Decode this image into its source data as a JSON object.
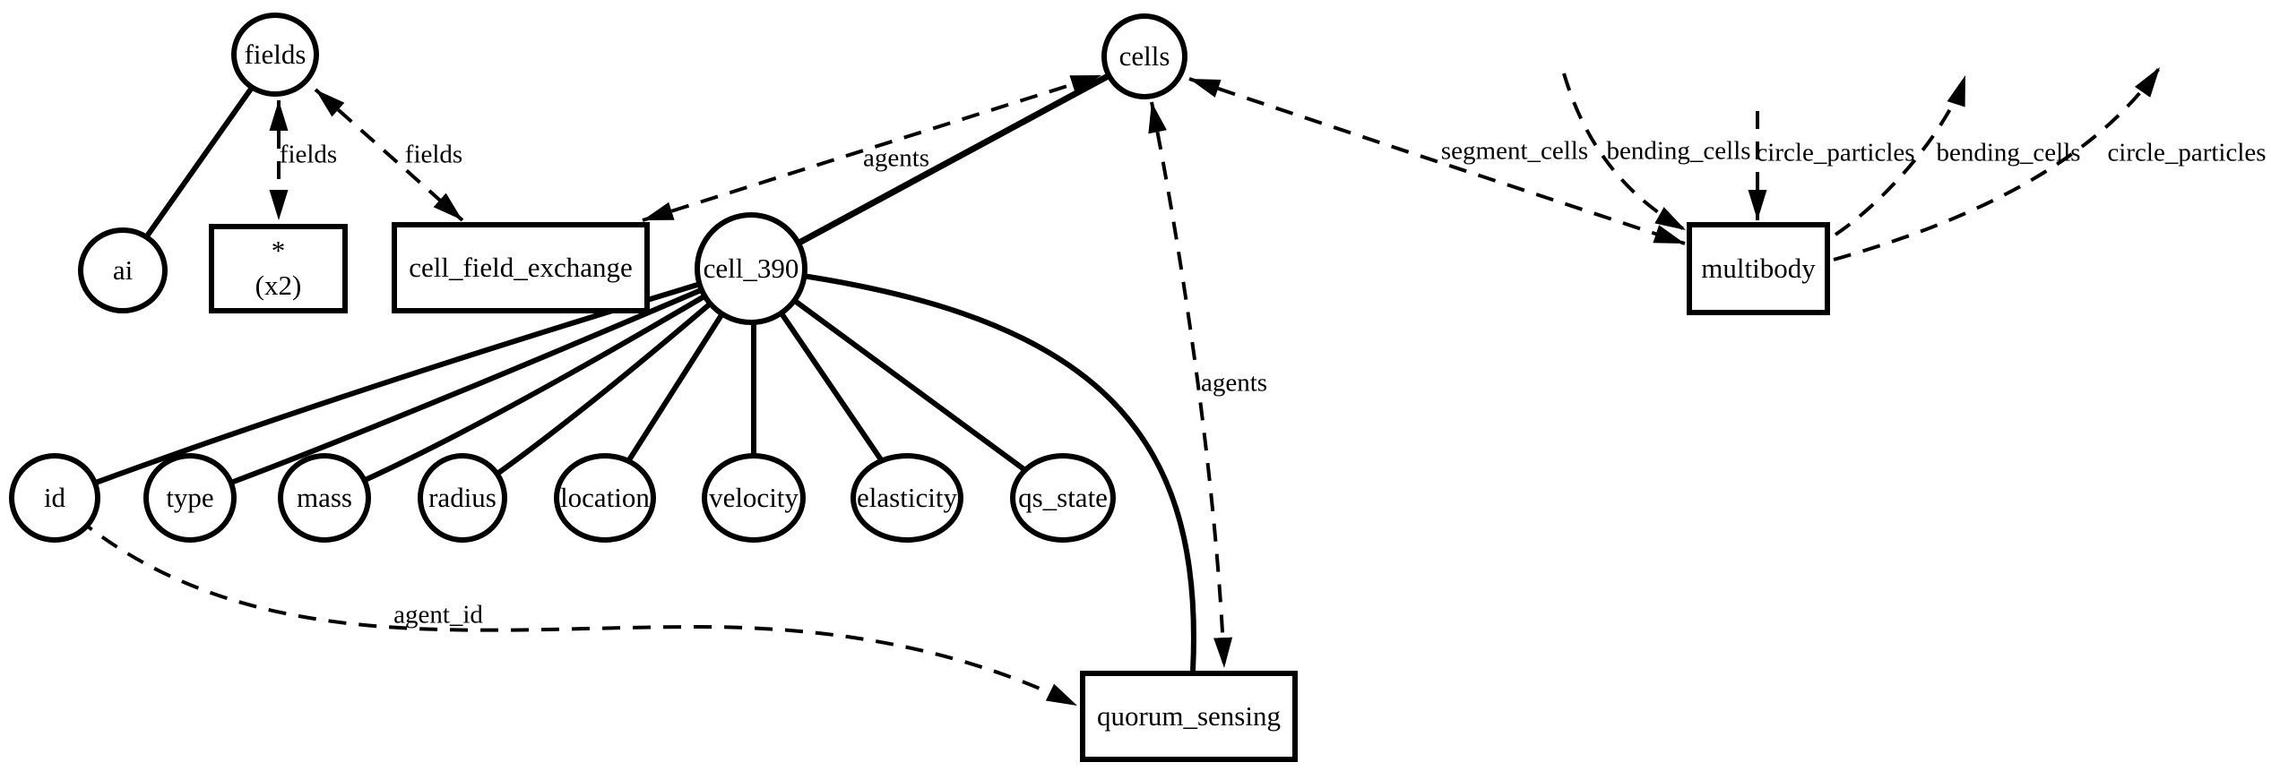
{
  "diagram": {
    "background_color": "#ffffff",
    "stroke_color": "#000000",
    "nodes": {
      "fields": {
        "label": "fields",
        "shape": "ellipse"
      },
      "ai": {
        "label": "ai",
        "shape": "ellipse"
      },
      "star_x2": {
        "label_line1": "*",
        "label_line2": "(x2)",
        "shape": "box"
      },
      "cell_field_exchange": {
        "label": "cell_field_exchange",
        "shape": "box"
      },
      "cell_390": {
        "label": "cell_390",
        "shape": "ellipse"
      },
      "cells": {
        "label": "cells",
        "shape": "ellipse"
      },
      "multibody": {
        "label": "multibody",
        "shape": "box"
      },
      "id": {
        "label": "id",
        "shape": "ellipse"
      },
      "type": {
        "label": "type",
        "shape": "ellipse"
      },
      "mass": {
        "label": "mass",
        "shape": "ellipse"
      },
      "radius": {
        "label": "radius",
        "shape": "ellipse"
      },
      "location": {
        "label": "location",
        "shape": "ellipse"
      },
      "velocity": {
        "label": "velocity",
        "shape": "ellipse"
      },
      "elasticity": {
        "label": "elasticity",
        "shape": "ellipse"
      },
      "qs_state": {
        "label": "qs_state",
        "shape": "ellipse"
      },
      "quorum_sensing": {
        "label": "quorum_sensing",
        "shape": "box"
      }
    },
    "edge_labels": {
      "fields_star": "fields",
      "fields_cfe": "fields",
      "agents_cfe_cells": "agents",
      "agents_cells_quorum": "agents",
      "agent_id": "agent_id",
      "segment_cells": "segment_cells",
      "bending_cells_left": "bending_cells",
      "circle_particles_left": "circle_particles",
      "bending_cells_right": "bending_cells",
      "circle_particles_right": "circle_particles"
    }
  }
}
